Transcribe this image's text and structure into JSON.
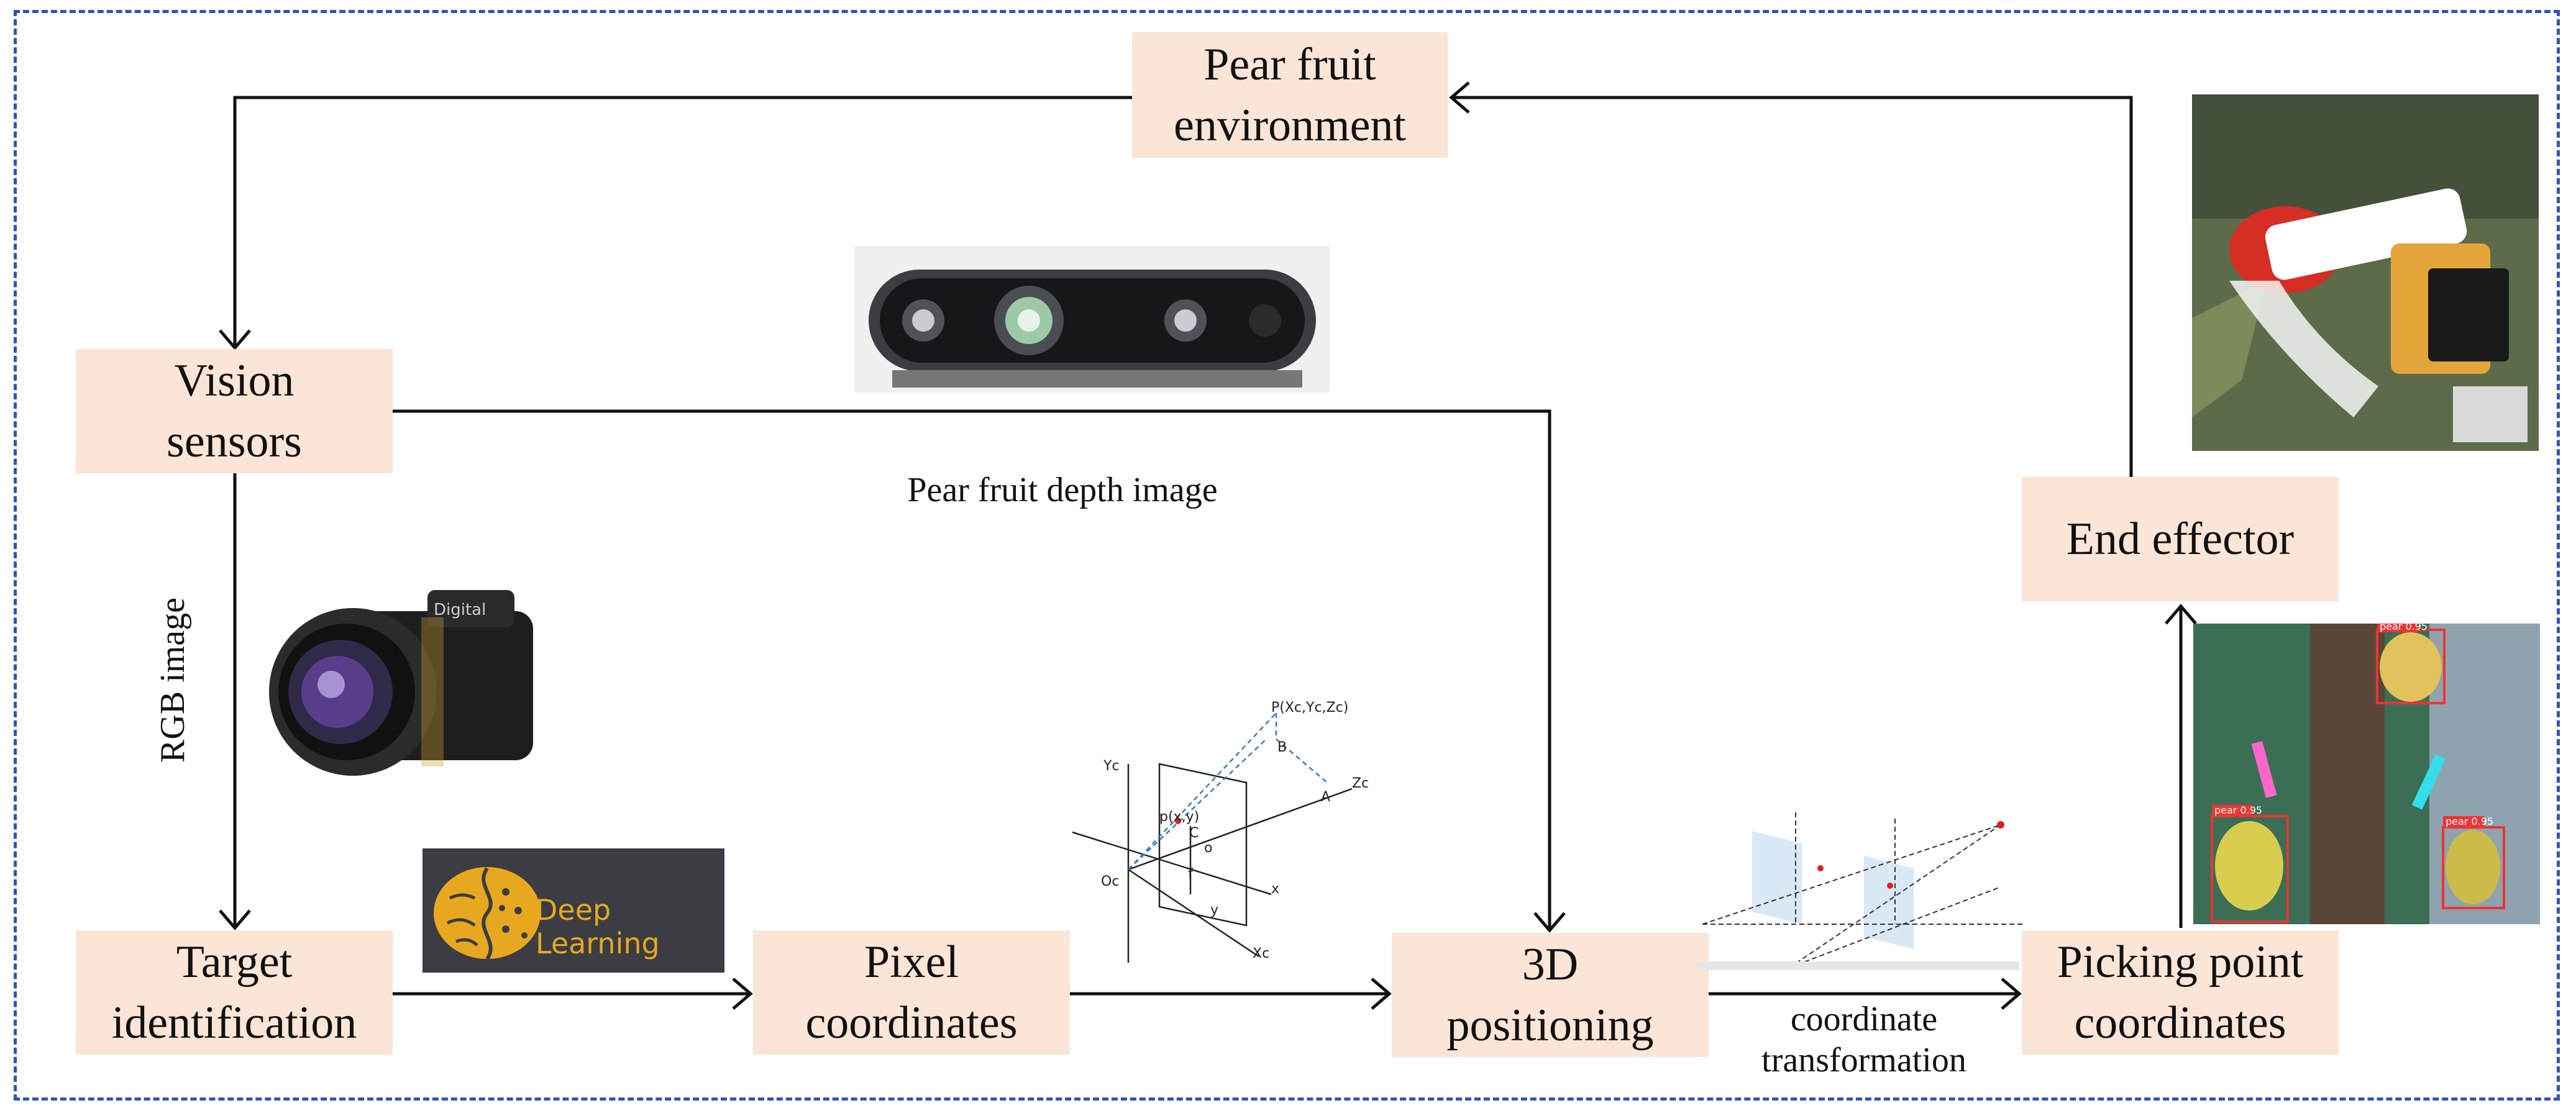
{
  "diagram": {
    "nodes": {
      "pear_env": "Pear fruit\nenvironment",
      "vision": "Vision\nsensors",
      "target": "Target\nidentification",
      "pixel": "Pixel\ncoordinates",
      "positioning": "3D\npositioning",
      "picking": "Picking point\ncoordinates",
      "end_effector": "End effector"
    },
    "edge_labels": {
      "depth": "Pear fruit depth image",
      "rgb": "RGB image",
      "transform": "coordinate\ntransformation"
    },
    "image_texts": {
      "camera_brand": "Digital",
      "deep_learning": "Deep Learning",
      "detection_tag": "pear 0.95"
    },
    "colors": {
      "node_fill": "#fbe5d6",
      "frame_border": "#2f55b5",
      "arrow": "#111111"
    }
  }
}
